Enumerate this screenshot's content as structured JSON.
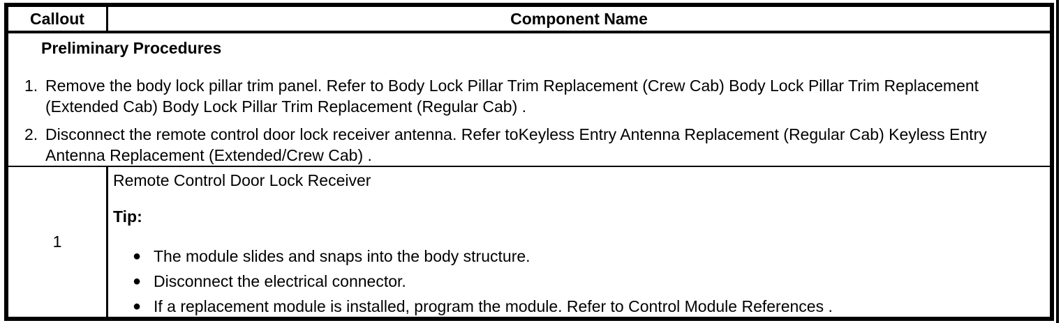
{
  "colors": {
    "text": "#000000",
    "border": "#000000",
    "background": "#ffffff"
  },
  "icons": {
    "bullet": "●"
  },
  "table": {
    "header": {
      "callout": "Callout",
      "component_name": "Component Name"
    },
    "preliminary": {
      "title": "Preliminary Procedures",
      "steps": [
        {
          "number": "1.",
          "text": "Remove the body lock pillar trim panel. Refer to Body Lock Pillar Trim Replacement (Crew Cab) Body Lock Pillar Trim Replacement (Extended Cab) Body Lock Pillar Trim Replacement (Regular Cab) ."
        },
        {
          "number": "2.",
          "text": "Disconnect the remote control door lock receiver antenna. Refer toKeyless Entry Antenna Replacement (Regular Cab) Keyless Entry Antenna Replacement (Extended/Crew Cab) ."
        }
      ]
    },
    "rows": [
      {
        "callout": "1",
        "component_name": "Remote Control Door Lock Receiver",
        "tip_label": "Tip:",
        "tips": [
          "The module slides and snaps into the body structure.",
          "Disconnect the electrical connector.",
          "If a replacement module is installed, program the module. Refer to Control Module References ."
        ]
      }
    ]
  }
}
